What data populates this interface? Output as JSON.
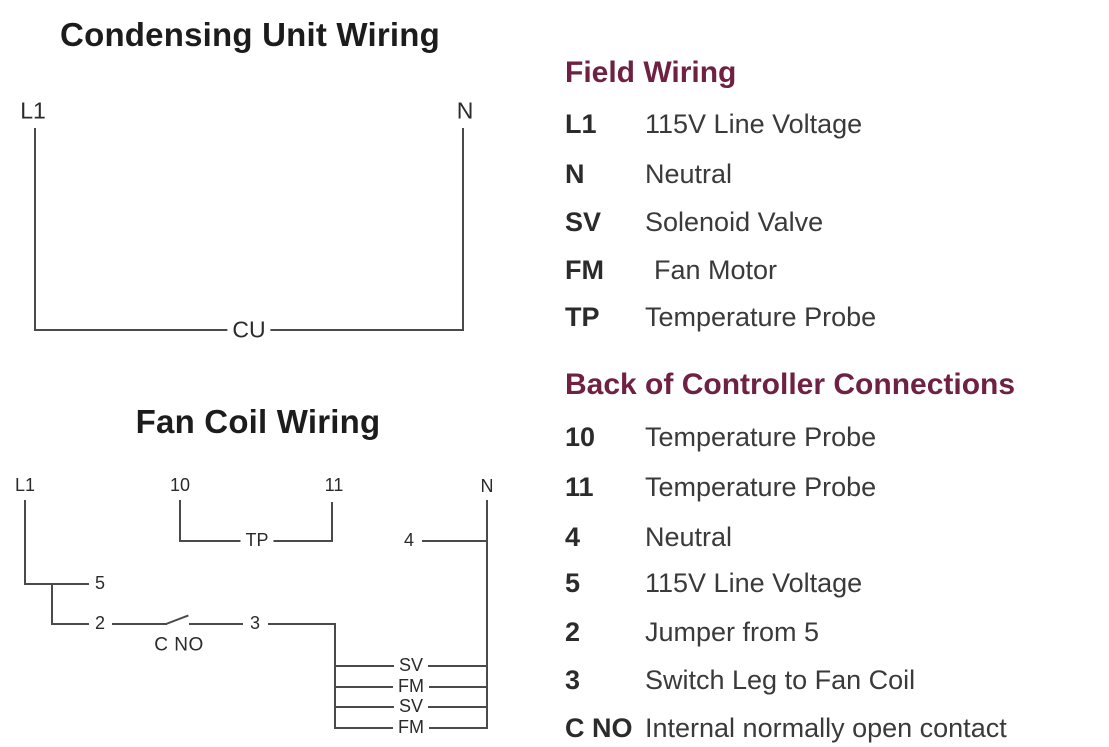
{
  "condensing_unit": {
    "title": "Condensing Unit Wiring",
    "labels": {
      "l1": "L1",
      "n": "N",
      "cu": "CU"
    }
  },
  "fan_coil": {
    "title": "Fan Coil Wiring",
    "labels": {
      "l1": "L1",
      "t10": "10",
      "t11": "11",
      "n": "N",
      "tp": "TP",
      "t4": "4",
      "t5": "5",
      "t2": "2",
      "t3": "3",
      "cno": "C NO"
    },
    "rungs": [
      "SV",
      "FM",
      "SV",
      "FM"
    ]
  },
  "field_wiring": {
    "heading": "Field Wiring",
    "rows": [
      {
        "term": "L1",
        "desc": "115V Line Voltage"
      },
      {
        "term": "N",
        "desc": "Neutral"
      },
      {
        "term": "SV",
        "desc": "Solenoid Valve"
      },
      {
        "term": "FM",
        "desc": "Fan Motor"
      },
      {
        "term": "TP",
        "desc": "Temperature Probe"
      }
    ]
  },
  "controller_connections": {
    "heading": "Back of Controller Connections",
    "rows": [
      {
        "term": "10",
        "desc": "Temperature Probe"
      },
      {
        "term": "11",
        "desc": "Temperature Probe"
      },
      {
        "term": "4",
        "desc": "Neutral"
      },
      {
        "term": "5",
        "desc": "115V Line Voltage"
      },
      {
        "term": "2",
        "desc": "Jumper from 5"
      },
      {
        "term": "3",
        "desc": "Switch Leg to Fan Coil"
      },
      {
        "term": "C NO",
        "desc": "Internal normally open contact"
      }
    ]
  },
  "colors": {
    "heading": "#6e2142",
    "body_text": "#3a3a3a",
    "diagram_text": "#2b2b2b",
    "wire": "#4a4a4a",
    "background": "#ffffff"
  }
}
